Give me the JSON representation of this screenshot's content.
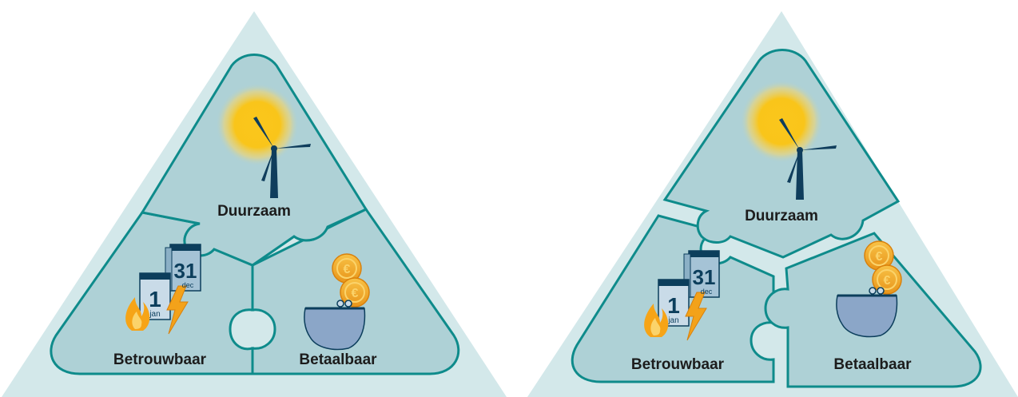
{
  "diagrams": [
    {
      "name": "connected",
      "labels": {
        "duurzaam": "Duurzaam",
        "betrouwbaar": "Betrouwbaar",
        "betaalbaar": "Betaalbaar"
      },
      "calendar_front": {
        "day": "1",
        "month": "jan"
      },
      "calendar_back": {
        "day": "31",
        "month": "dec"
      }
    },
    {
      "name": "separated",
      "labels": {
        "duurzaam": "Duurzaam",
        "betrouwbaar": "Betrouwbaar",
        "betaalbaar": "Betaalbaar"
      },
      "calendar_front": {
        "day": "1",
        "month": "jan"
      },
      "calendar_back": {
        "day": "31",
        "month": "dec"
      }
    }
  ],
  "colors": {
    "outer_triangle": "#d3e8ea",
    "piece_fill": "#aed1d6",
    "piece_stroke": "#0e8b8b",
    "gap": "#daeaec",
    "sun": "#f9c51a",
    "turbine": "#0f3d5c",
    "calendar": "#8bb0c6",
    "flame": "#f6a417",
    "bolt": "#f3a21a",
    "purse": "#8ba6c8",
    "coin": "#f4a81f"
  }
}
